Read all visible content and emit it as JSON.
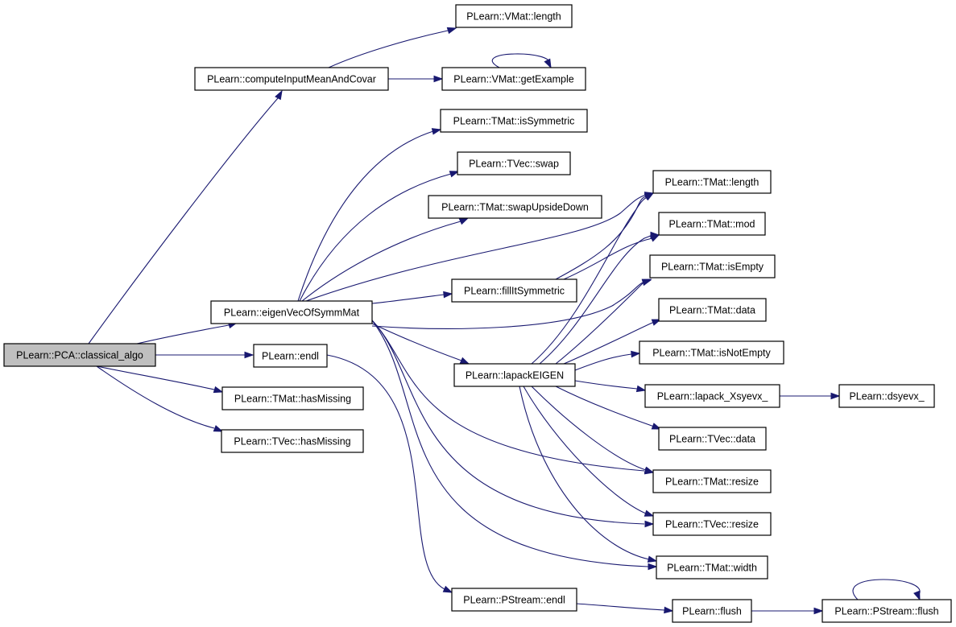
{
  "graph": {
    "edge_color": "#191970",
    "root_fill": "#bfbfbf",
    "nodes": {
      "classical_algo": "PLearn::PCA::classical_algo",
      "computeInputMeanAndCovar": "PLearn::computeInputMeanAndCovar",
      "vmat_length": "PLearn::VMat::length",
      "vmat_getExample": "PLearn::VMat::getExample",
      "tmat_isSymmetric": "PLearn::TMat::isSymmetric",
      "tvec_swap": "PLearn::TVec::swap",
      "tmat_swapUpsideDown": "PLearn::TMat::swapUpsideDown",
      "eigenVecOfSymmMat": "PLearn::eigenVecOfSymmMat",
      "fillItSymmetric": "PLearn::fillItSymmetric",
      "endl": "PLearn::endl",
      "tmat_hasMissing": "PLearn::TMat::hasMissing",
      "tvec_hasMissing": "PLearn::TVec::hasMissing",
      "lapackEIGEN": "PLearn::lapackEIGEN",
      "tmat_length": "PLearn::TMat::length",
      "tmat_mod": "PLearn::TMat::mod",
      "tmat_isEmpty": "PLearn::TMat::isEmpty",
      "tmat_data": "PLearn::TMat::data",
      "tmat_isNotEmpty": "PLearn::TMat::isNotEmpty",
      "lapack_Xsyevx_": "PLearn::lapack_Xsyevx_",
      "dsyevx_": "PLearn::dsyevx_",
      "tvec_data": "PLearn::TVec::data",
      "tmat_resize": "PLearn::TMat::resize",
      "tvec_resize": "PLearn::TVec::resize",
      "tmat_width": "PLearn::TMat::width",
      "pstream_endl": "PLearn::PStream::endl",
      "flush": "PLearn::flush",
      "pstream_flush": "PLearn::PStream::flush"
    }
  }
}
